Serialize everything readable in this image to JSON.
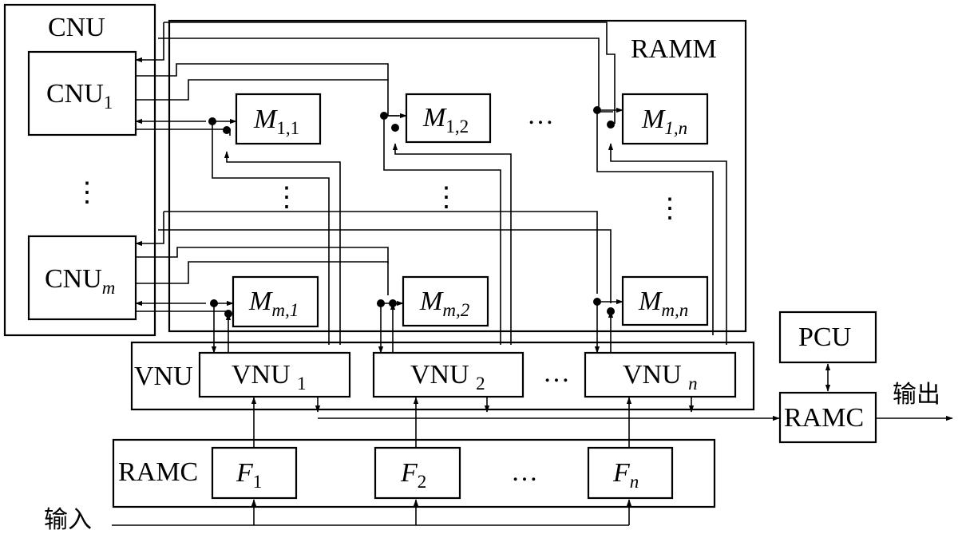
{
  "labels": {
    "cnu": "CNU",
    "ramm": "RAMM",
    "vnu": "VNU",
    "pcu": "PCU",
    "ramc_left": "RAMC",
    "ramc_right": "RAMC",
    "input": "输入",
    "output": "输出",
    "ellipsis": "…",
    "vdots": "⋮"
  },
  "cnu_units": [
    {
      "base": "CNU",
      "sub": "1"
    },
    {
      "base": "CNU",
      "sub": "m"
    }
  ],
  "memory_blocks": [
    {
      "base": "M",
      "sub": "1,1"
    },
    {
      "base": "M",
      "sub": "1,2"
    },
    {
      "base": "M",
      "sub": "1,n"
    },
    {
      "base": "M",
      "sub": "m,1"
    },
    {
      "base": "M",
      "sub": "m,2"
    },
    {
      "base": "M",
      "sub": "m,n"
    }
  ],
  "vnu_units": [
    {
      "base": "VNU ",
      "sub": "1"
    },
    {
      "base": "VNU ",
      "sub": "2"
    },
    {
      "base": "VNU ",
      "sub": "n"
    }
  ],
  "f_units": [
    {
      "base": "F",
      "sub": "1"
    },
    {
      "base": "F",
      "sub": "2"
    },
    {
      "base": "F",
      "sub": "n"
    }
  ]
}
